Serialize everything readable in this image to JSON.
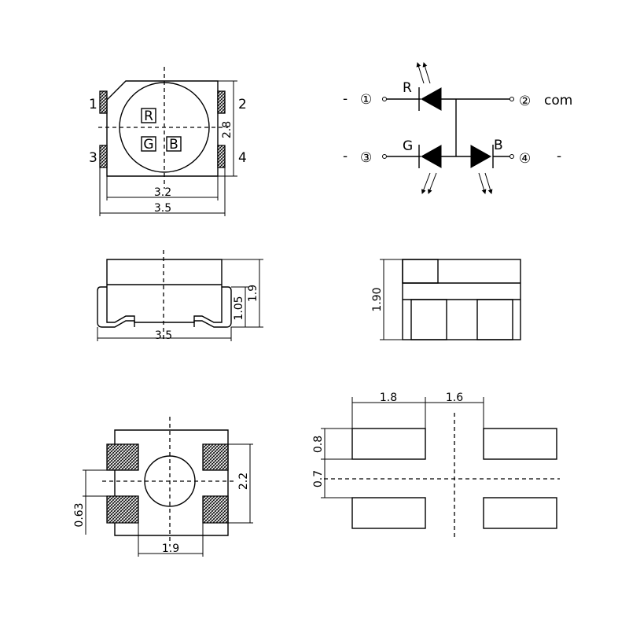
{
  "top_view": {
    "pins": [
      "1",
      "2",
      "3",
      "4"
    ],
    "chips": [
      "R",
      "G",
      "B"
    ],
    "dims": {
      "height": "2.8",
      "inner_width": "3.2",
      "outer_width": "3.5"
    }
  },
  "schematic": {
    "pin1": "①",
    "pin2": "②",
    "pin3": "③",
    "pin4": "④",
    "com": "com",
    "red": "R",
    "green": "G",
    "blue": "B",
    "dash": "-"
  },
  "side_view": {
    "width": "3.5",
    "body_height": "1.05",
    "total_height": "1.9"
  },
  "end_view": {
    "height": "1.90"
  },
  "bottom_view": {
    "pad_spacing": "2.2",
    "pad_height": "0.63",
    "pad_width": "1.9"
  },
  "footprint": {
    "pad_width": "1.8",
    "gap": "1.6",
    "pad_height": "0.8",
    "pad_spacing": "0.7"
  }
}
